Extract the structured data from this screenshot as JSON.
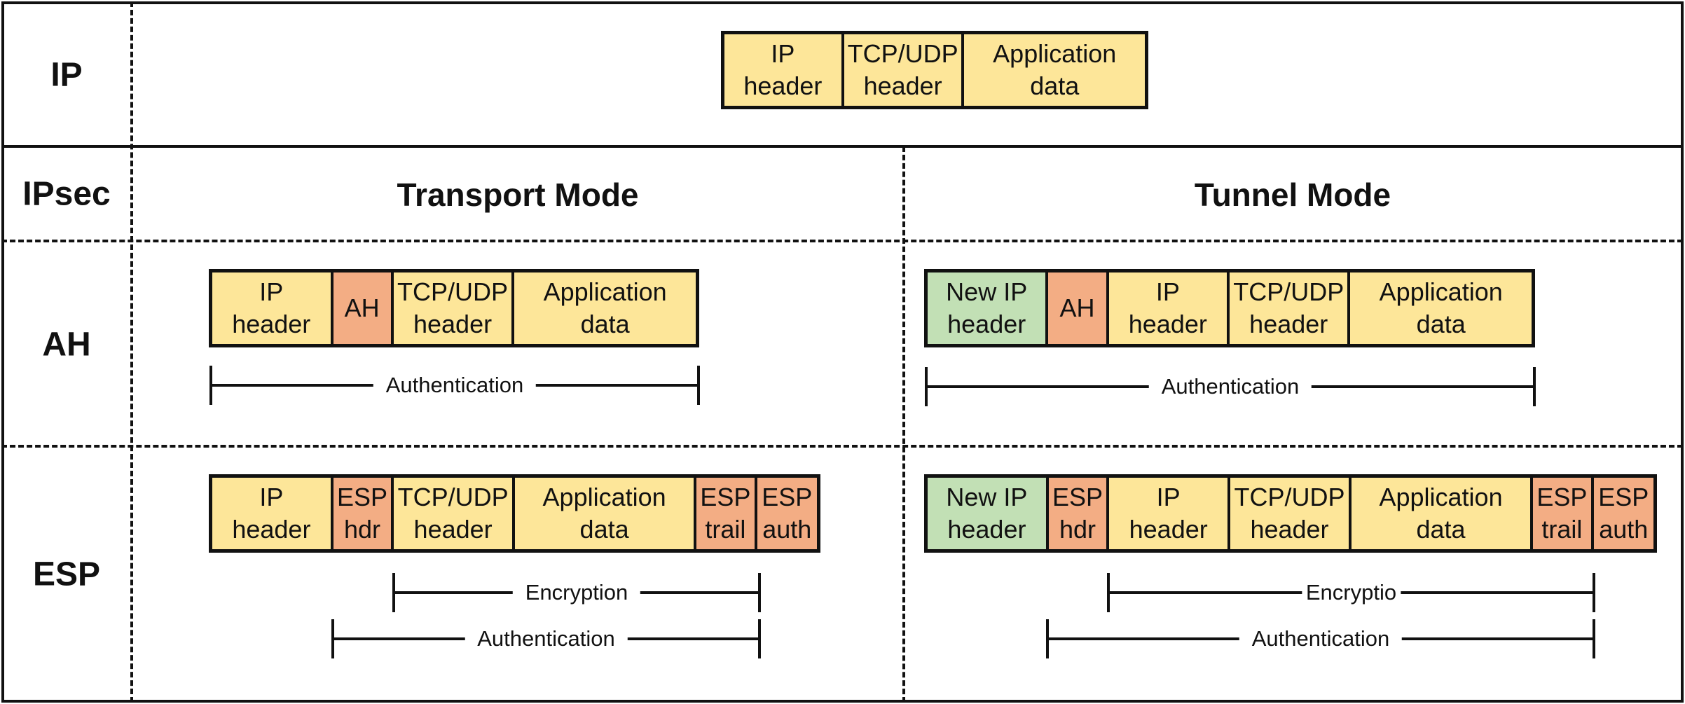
{
  "rows": {
    "ip": "IP",
    "ipsec": "IPsec",
    "ah": "AH",
    "esp": "ESP"
  },
  "columns": {
    "transport": "Transport Mode",
    "tunnel": "Tunnel Mode"
  },
  "colors": {
    "header": "#fde699",
    "ipsec_field": "#f3ad84",
    "new_ip_header": "#c2e0b5"
  },
  "packets": {
    "ip": [
      {
        "label": "IP\nheader",
        "color": "yellow"
      },
      {
        "label": "TCP/UDP\nheader",
        "color": "yellow"
      },
      {
        "label": "Application\ndata",
        "color": "yellow"
      }
    ],
    "ah_transport": [
      {
        "label": "IP\nheader",
        "color": "yellow"
      },
      {
        "label": "AH",
        "color": "orange"
      },
      {
        "label": "TCP/UDP\nheader",
        "color": "yellow"
      },
      {
        "label": "Application\ndata",
        "color": "yellow"
      }
    ],
    "ah_tunnel": [
      {
        "label": "New IP\nheader",
        "color": "green"
      },
      {
        "label": "AH",
        "color": "orange"
      },
      {
        "label": "IP\nheader",
        "color": "yellow"
      },
      {
        "label": "TCP/UDP\nheader",
        "color": "yellow"
      },
      {
        "label": "Application\ndata",
        "color": "yellow"
      }
    ],
    "esp_transport": [
      {
        "label": "IP\nheader",
        "color": "yellow"
      },
      {
        "label": "ESP\nhdr",
        "color": "orange"
      },
      {
        "label": "TCP/UDP\nheader",
        "color": "yellow"
      },
      {
        "label": "Application\ndata",
        "color": "yellow"
      },
      {
        "label": "ESP\ntrail",
        "color": "orange"
      },
      {
        "label": "ESP\nauth",
        "color": "orange"
      }
    ],
    "esp_tunnel": [
      {
        "label": "New IP\nheader",
        "color": "green"
      },
      {
        "label": "ESP\nhdr",
        "color": "orange"
      },
      {
        "label": "IP\nheader",
        "color": "yellow"
      },
      {
        "label": "TCP/UDP\nheader",
        "color": "yellow"
      },
      {
        "label": "Application\ndata",
        "color": "yellow"
      },
      {
        "label": "ESP\ntrail",
        "color": "orange"
      },
      {
        "label": "ESP\nauth",
        "color": "orange"
      }
    ]
  },
  "brackets": {
    "ah_transport_auth": "Authentication",
    "ah_tunnel_auth": "Authentication",
    "esp_transport_enc": "Encryption",
    "esp_transport_auth": "Authentication",
    "esp_tunnel_enc": "Encryptio",
    "esp_tunnel_auth": "Authentication"
  }
}
